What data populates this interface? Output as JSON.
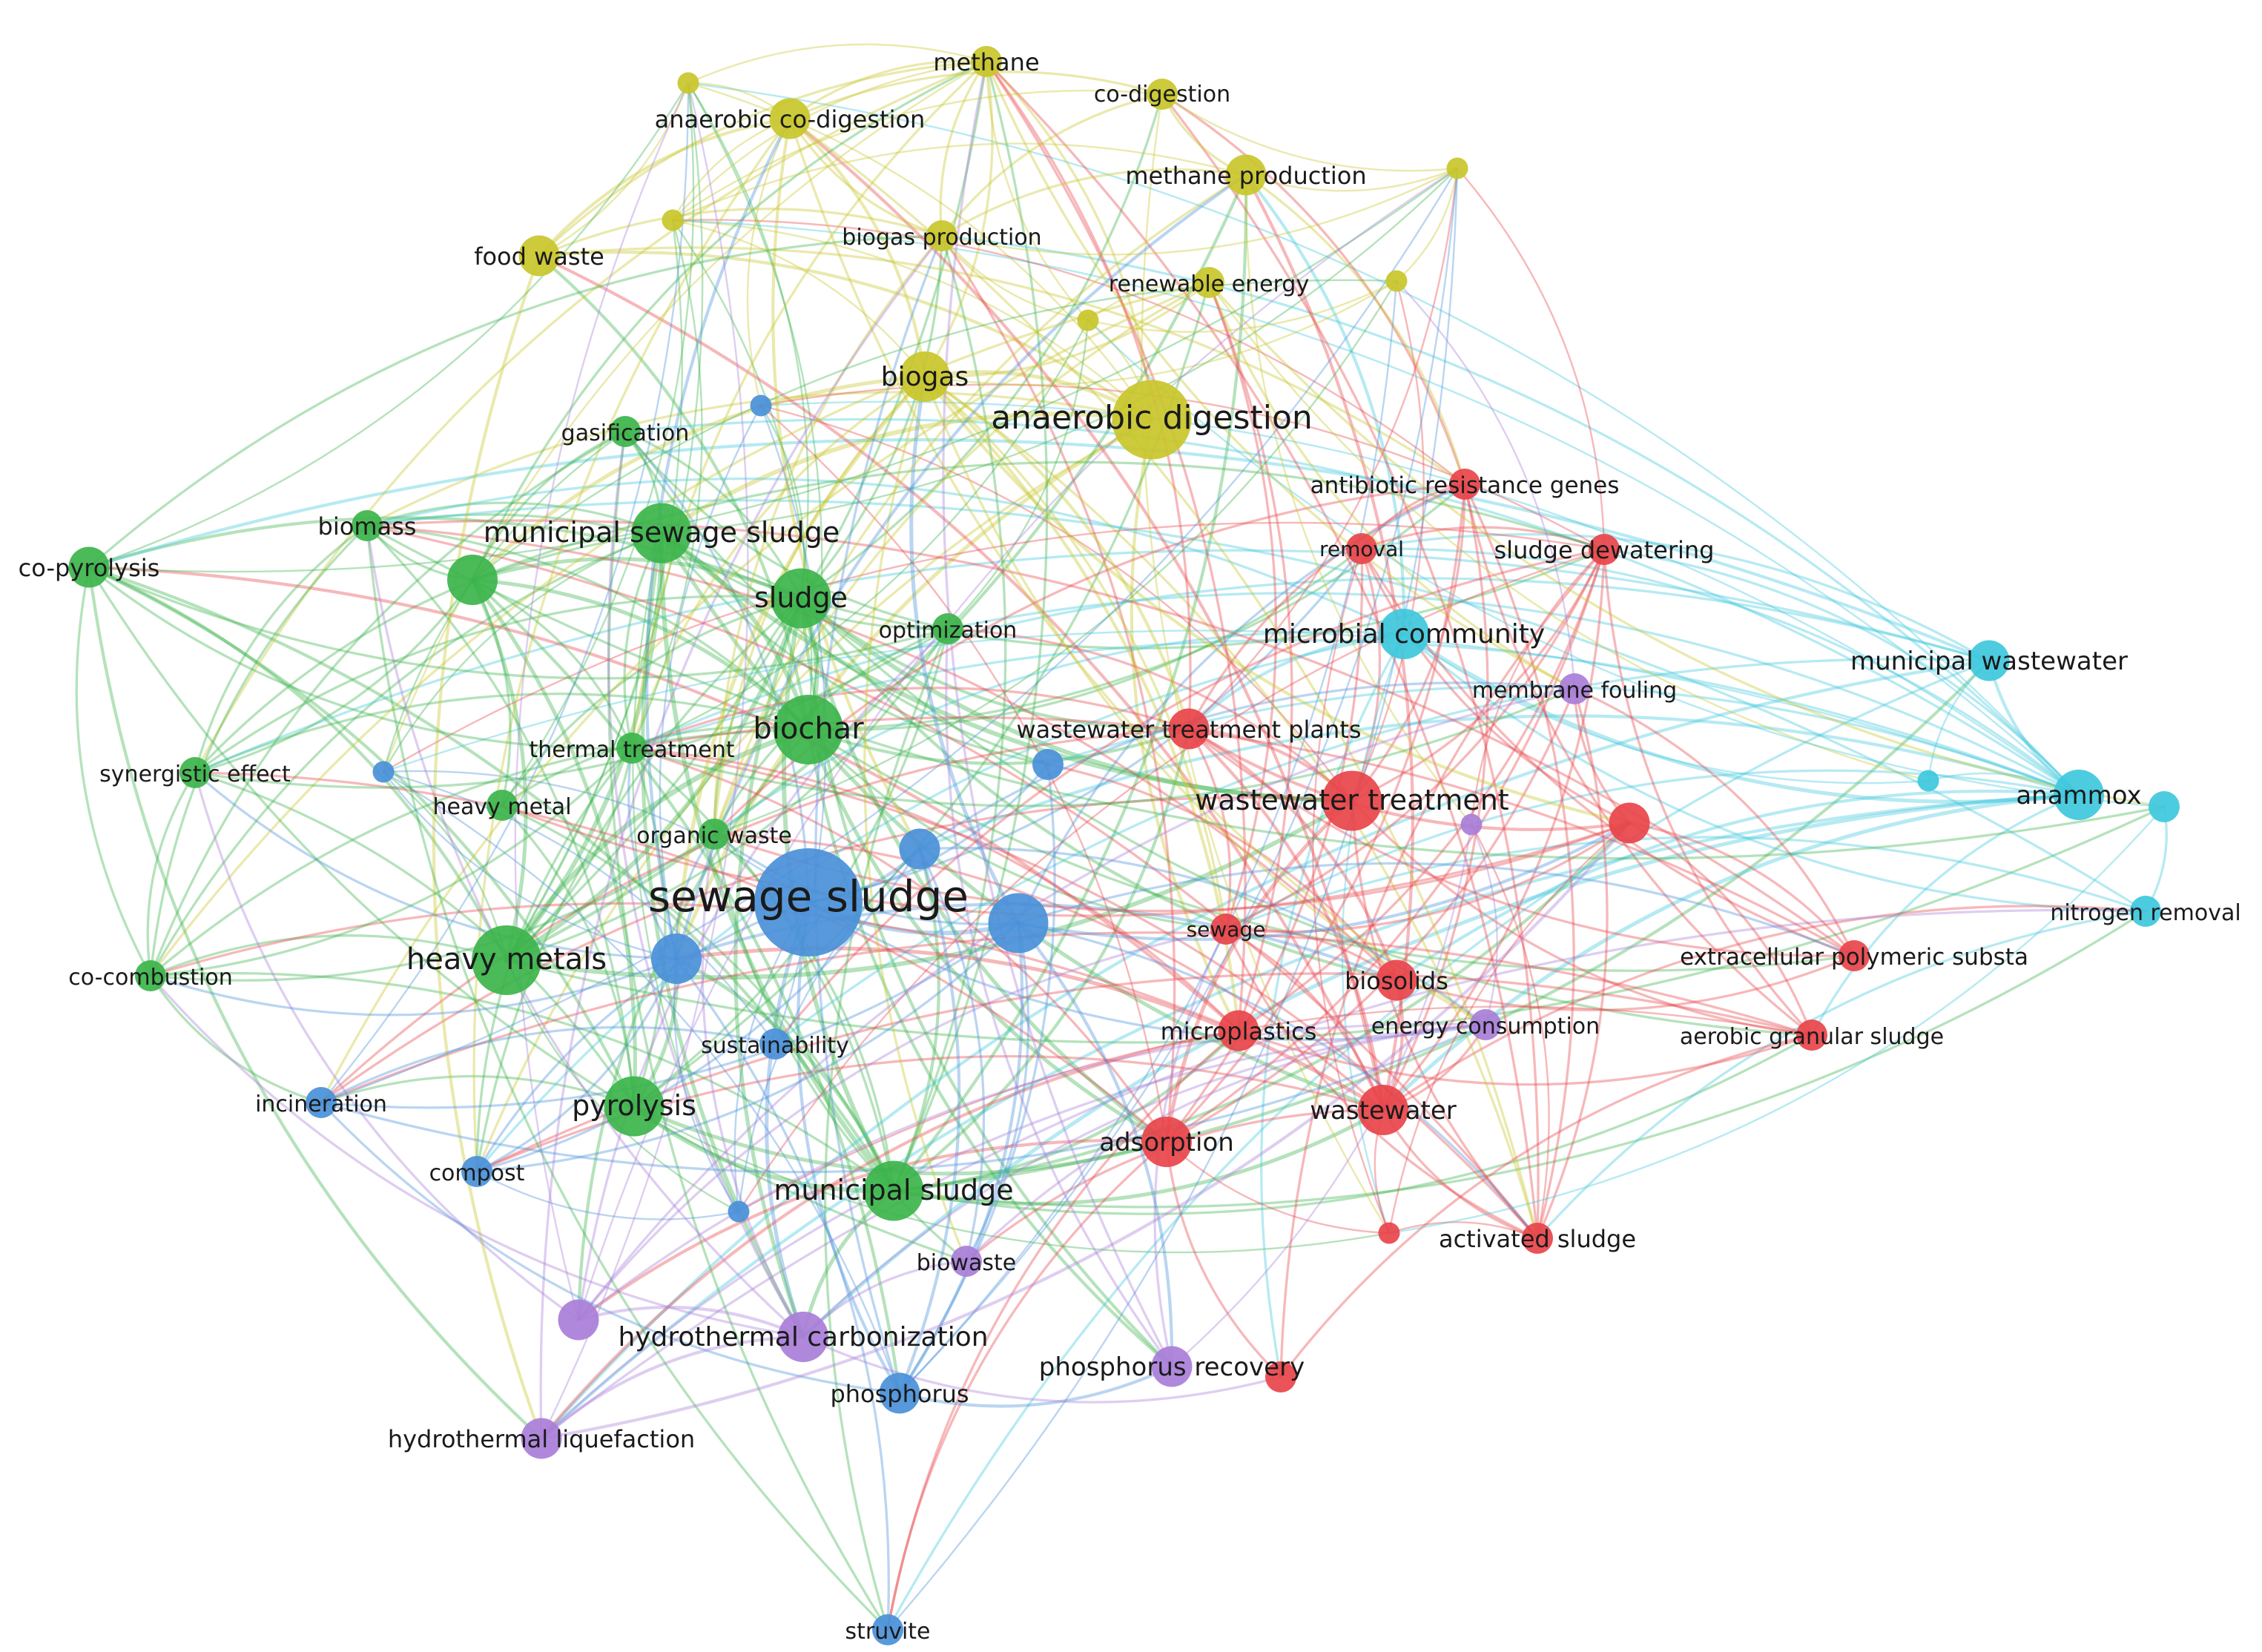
{
  "clusters": {
    "red": {
      "color": "#e8444a"
    },
    "green": {
      "color": "#3cb44b"
    },
    "blue": {
      "color": "#4a90d9"
    },
    "yellow": {
      "color": "#c9c62b"
    },
    "purple": {
      "color": "#a97ed8"
    },
    "cyan": {
      "color": "#3ec8dd"
    }
  },
  "nodes": [
    {
      "id": "sewage-sludge",
      "label": "sewage sludge",
      "c": "blue",
      "w": 10
    },
    {
      "id": "anaerobic-digestion",
      "label": "anaerobic digestion",
      "c": "yellow",
      "w": 7
    },
    {
      "id": "biochar",
      "label": "biochar",
      "c": "green",
      "w": 6
    },
    {
      "id": "heavy-metals",
      "label": "heavy metals",
      "c": "green",
      "w": 6
    },
    {
      "id": "municipal-sewage-sludge",
      "label": "municipal sewage sludge",
      "c": "green",
      "w": 5
    },
    {
      "id": "sludge",
      "label": "sludge",
      "c": "green",
      "w": 5
    },
    {
      "id": "pyrolysis",
      "label": "pyrolysis",
      "c": "green",
      "w": 5
    },
    {
      "id": "municipal-sludge",
      "label": "municipal sludge",
      "c": "green",
      "w": 5
    },
    {
      "id": "wastewater-treatment",
      "label": "wastewater treatment",
      "c": "red",
      "w": 5
    },
    {
      "id": "microbial-community",
      "label": "microbial community",
      "c": "cyan",
      "w": 4
    },
    {
      "id": "municipal-wastewater",
      "label": "municipal wastewater",
      "c": "cyan",
      "w": 3
    },
    {
      "id": "anammox",
      "label": "anammox",
      "c": "cyan",
      "w": 4
    },
    {
      "id": "nitrogen-removal",
      "label": "nitrogen removal",
      "c": "cyan",
      "w": 2
    },
    {
      "id": "wastewater",
      "label": "wastewater",
      "c": "red",
      "w": 4
    },
    {
      "id": "adsorption",
      "label": "adsorption",
      "c": "red",
      "w": 4
    },
    {
      "id": "biosolids",
      "label": "biosolids",
      "c": "red",
      "w": 3
    },
    {
      "id": "microplastics",
      "label": "microplastics",
      "c": "red",
      "w": 3
    },
    {
      "id": "sewage",
      "label": "sewage",
      "c": "red",
      "w": 2
    },
    {
      "id": "activated-sludge",
      "label": "activated sludge",
      "c": "red",
      "w": 2
    },
    {
      "id": "sludge-dewatering",
      "label": "sludge dewatering",
      "c": "red",
      "w": 2
    },
    {
      "id": "antibiotic-resistance-genes",
      "label": "antibiotic resistance genes",
      "c": "red",
      "w": 2
    },
    {
      "id": "removal",
      "label": "removal",
      "c": "red",
      "w": 2
    },
    {
      "id": "wastewater-treatment-plants",
      "label": "wastewater treatment plants",
      "c": "red",
      "w": 3
    },
    {
      "id": "extracellular-polymeric",
      "label": "extracellular polymeric substa",
      "c": "red",
      "w": 2
    },
    {
      "id": "aerobic-granular-sludge",
      "label": "aerobic granular sludge",
      "c": "red",
      "w": 2
    },
    {
      "id": "biogas",
      "label": "biogas",
      "c": "yellow",
      "w": 4
    },
    {
      "id": "methane",
      "label": "methane",
      "c": "yellow",
      "w": 2
    },
    {
      "id": "co-digestion",
      "label": "co-digestion",
      "c": "yellow",
      "w": 2
    },
    {
      "id": "anaerobic-co-digestion",
      "label": "anaerobic co-digestion",
      "c": "yellow",
      "w": 3
    },
    {
      "id": "methane-production",
      "label": "methane production",
      "c": "yellow",
      "w": 3
    },
    {
      "id": "biogas-production",
      "label": "biogas production",
      "c": "yellow",
      "w": 2
    },
    {
      "id": "renewable-energy",
      "label": "renewable energy",
      "c": "yellow",
      "w": 2
    },
    {
      "id": "food-waste",
      "label": "food waste",
      "c": "yellow",
      "w": 3
    },
    {
      "id": "gasification",
      "label": "gasification",
      "c": "green",
      "w": 2
    },
    {
      "id": "biomass",
      "label": "biomass",
      "c": "green",
      "w": 2
    },
    {
      "id": "co-pyrolysis",
      "label": "co-pyrolysis",
      "c": "green",
      "w": 3
    },
    {
      "id": "synergistic-effect",
      "label": "synergistic effect",
      "c": "green",
      "w": 2
    },
    {
      "id": "co-combustion",
      "label": "co-combustion",
      "c": "green",
      "w": 2
    },
    {
      "id": "optimization",
      "label": "optimization",
      "c": "green",
      "w": 2
    },
    {
      "id": "thermal-treatment",
      "label": "thermal treatment",
      "c": "green",
      "w": 2
    },
    {
      "id": "heavy-metal",
      "label": "heavy metal",
      "c": "green",
      "w": 2
    },
    {
      "id": "organic-waste",
      "label": "organic waste",
      "c": "green",
      "w": 2
    },
    {
      "id": "sustainability",
      "label": "sustainability",
      "c": "blue",
      "w": 2
    },
    {
      "id": "incineration",
      "label": "incineration",
      "c": "blue",
      "w": 2
    },
    {
      "id": "compost",
      "label": "compost",
      "c": "blue",
      "w": 2
    },
    {
      "id": "phosphorus",
      "label": "phosphorus",
      "c": "blue",
      "w": 3
    },
    {
      "id": "struvite",
      "label": "struvite",
      "c": "blue",
      "w": 2
    },
    {
      "id": "membrane-fouling",
      "label": "membrane fouling",
      "c": "purple",
      "w": 2
    },
    {
      "id": "energy-consumption",
      "label": "energy consumption",
      "c": "purple",
      "w": 2
    },
    {
      "id": "biowaste",
      "label": "biowaste",
      "c": "purple",
      "w": 2
    },
    {
      "id": "hydrothermal-carbonization",
      "label": "hydrothermal carbonization",
      "c": "purple",
      "w": 4
    },
    {
      "id": "phosphorus-recovery",
      "label": "phosphorus recovery",
      "c": "purple",
      "w": 3
    },
    {
      "id": "hydrothermal-liquefaction",
      "label": "hydrothermal liquefaction",
      "c": "purple",
      "w": 3
    },
    {
      "id": "y-u1",
      "label": "",
      "c": "yellow",
      "w": 1
    },
    {
      "id": "y-u2",
      "label": "",
      "c": "yellow",
      "w": 1
    },
    {
      "id": "y-u3",
      "label": "",
      "c": "yellow",
      "w": 1
    },
    {
      "id": "y-u4",
      "label": "",
      "c": "yellow",
      "w": 1
    },
    {
      "id": "y-u5",
      "label": "",
      "c": "yellow",
      "w": 1
    },
    {
      "id": "b-u1",
      "label": "",
      "c": "blue",
      "w": 1
    },
    {
      "id": "b-u2",
      "label": "",
      "c": "blue",
      "w": 1
    },
    {
      "id": "b-u3",
      "label": "",
      "c": "blue",
      "w": 2
    },
    {
      "id": "b-u4",
      "label": "",
      "c": "blue",
      "w": 3
    },
    {
      "id": "b-u5",
      "label": "",
      "c": "blue",
      "w": 5
    },
    {
      "id": "b-u6",
      "label": "",
      "c": "blue",
      "w": 4
    },
    {
      "id": "b-u7",
      "label": "",
      "c": "blue",
      "w": 1
    },
    {
      "id": "g-u1",
      "label": "",
      "c": "green",
      "w": 4
    },
    {
      "id": "r-u1",
      "label": "",
      "c": "red",
      "w": 3
    },
    {
      "id": "r-u2",
      "label": "",
      "c": "red",
      "w": 1
    },
    {
      "id": "r-u3",
      "label": "",
      "c": "red",
      "w": 2
    },
    {
      "id": "c-u1",
      "label": "",
      "c": "cyan",
      "w": 1
    },
    {
      "id": "c-u2",
      "label": "",
      "c": "cyan",
      "w": 2
    },
    {
      "id": "p-u1",
      "label": "",
      "c": "purple",
      "w": 1
    },
    {
      "id": "p-u2",
      "label": "",
      "c": "purple",
      "w": 3
    }
  ]
}
